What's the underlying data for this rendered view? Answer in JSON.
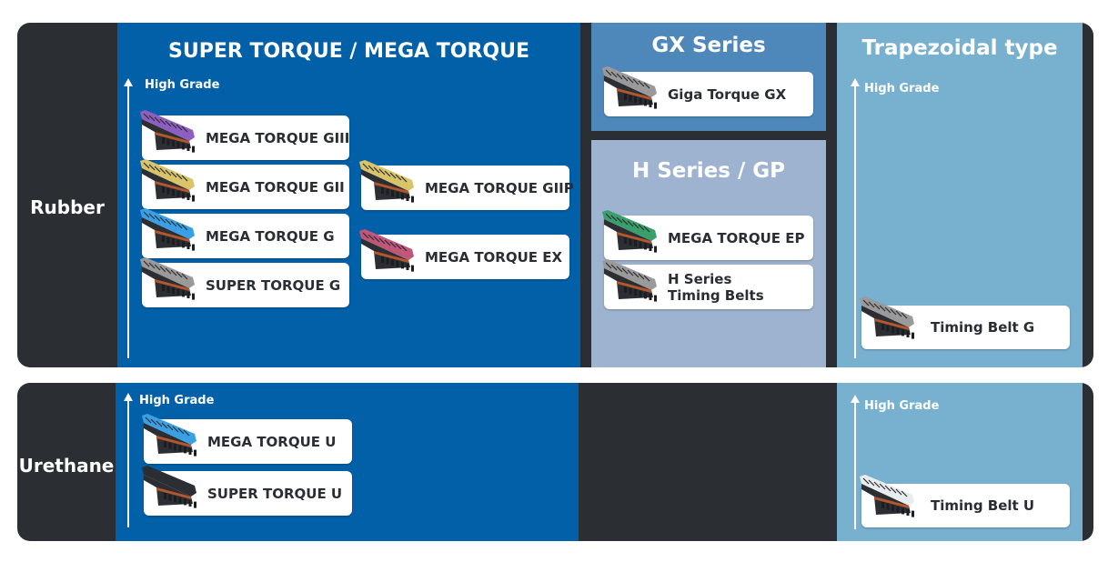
{
  "rows": {
    "rubber": "Rubber",
    "urethane": "Urethane"
  },
  "sections": {
    "super_mega": {
      "title": "SUPER TORQUE / MEGA TORQUE",
      "grade": "High Grade"
    },
    "gx": {
      "title": "GX Series"
    },
    "h": {
      "title": "H Series / GP"
    },
    "trap": {
      "title": "Trapezoidal type",
      "grade": "High Grade"
    },
    "urethane_left": {
      "grade": "High Grade"
    },
    "urethane_right": {
      "grade": "High Grade"
    }
  },
  "products": {
    "mt_giii": "MEGA TORQUE GIII",
    "mt_gii": "MEGA TORQUE GII",
    "mt_g": "MEGA TORQUE G",
    "st_g": "SUPER TORQUE G",
    "mt_giip": "MEGA TORQUE GIIP",
    "mt_ex": "MEGA TORQUE EX",
    "giga_gx": "Giga Torque GX",
    "mt_ep": "MEGA TORQUE EP",
    "h_series_1": "H Series",
    "h_series_2": "Timing Belts",
    "tb_g": "Timing Belt G",
    "mt_u": "MEGA TORQUE U",
    "st_u": "SUPER TORQUE U",
    "tb_u": "Timing Belt U"
  },
  "colors": {
    "band": "#2b2e33",
    "blue": "#0260a8",
    "gx": "#4e88bb",
    "h": "#9eb3cf",
    "light": "#78b0cf",
    "belt_purple": "#8e5fc0",
    "belt_yellow": "#d9c469",
    "belt_blue": "#3aa0e6",
    "belt_gray": "#9a9a9a",
    "belt_pink": "#c0567a",
    "belt_green": "#39a06d",
    "belt_white": "#e8ecef"
  }
}
